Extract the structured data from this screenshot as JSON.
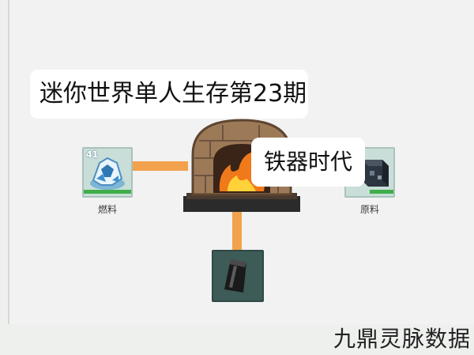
{
  "overlay": {
    "title": "迷你世界单人生存第23期",
    "era": "铁器时代"
  },
  "furnace_ui": {
    "fuel": {
      "label": "燃料",
      "count": "41",
      "icon": "fuel-crystal-icon"
    },
    "raw": {
      "label": "原料",
      "icon": "raw-ore-block-icon"
    },
    "output": {
      "icon": "iron-ingot-icon"
    },
    "furnace_icon": "furnace-icon",
    "wire_color": "#f2a14c"
  },
  "watermark": "九鼎灵脉数据"
}
